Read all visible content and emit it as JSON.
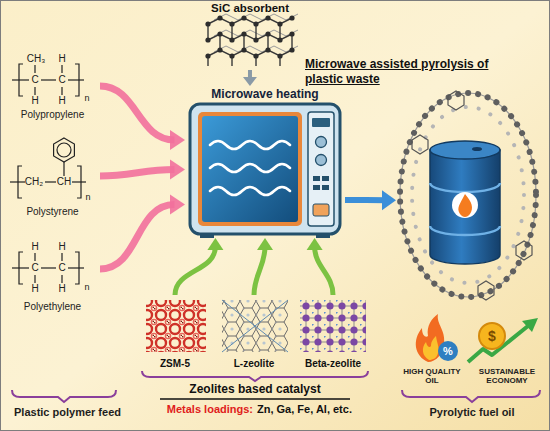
{
  "diagram": {
    "title": "Microwave assisted pyrolysis of plastic waste",
    "nodes": [
      {
        "text": [
          "Plastic polymer feed"
        ]
      },
      {
        "text": [
          "Polypropylene"
        ],
        "in": 0
      },
      {
        "text": [
          "Polystyrene"
        ],
        "in": 0
      },
      {
        "text": [
          "Polyethylene"
        ],
        "in": 0
      },
      {
        "text": [
          "SiC absorbent"
        ]
      },
      {
        "text": [
          "Microwave heating"
        ]
      },
      {
        "text": [
          "Zeolites based catalyst",
          "Metals loadings:",
          "Zn, Ga, Fe, Al, etc."
        ]
      },
      {
        "text": [
          "ZSM-5"
        ],
        "in": 6
      },
      {
        "text": [
          "L-zeolite"
        ],
        "in": 6
      },
      {
        "text": [
          "Beta-zeolite"
        ],
        "in": 6
      },
      {
        "text": [
          "Pyrolytic fuel oil"
        ]
      },
      {
        "text": [
          "HIGH QUALITY OIL"
        ],
        "in": 10
      },
      {
        "text": [
          "SUSTAINABLE ECONOMY"
        ],
        "in": 10
      }
    ],
    "edges": [
      {
        "from": 1,
        "to": 5,
        "arrow": "to"
      },
      {
        "from": 2,
        "to": 5,
        "arrow": "to"
      },
      {
        "from": 3,
        "to": 5,
        "arrow": "to"
      },
      {
        "from": 4,
        "to": 5,
        "arrow": "to"
      },
      {
        "from": 7,
        "to": 5,
        "arrow": "to"
      },
      {
        "from": 8,
        "to": 5,
        "arrow": "to"
      },
      {
        "from": 9,
        "to": 5,
        "arrow": "to"
      },
      {
        "from": 5,
        "to": 10,
        "arrow": "to"
      }
    ],
    "labels": [
      "CH₃",
      "H",
      "C",
      "C",
      "H",
      "H",
      "n",
      "CH₂",
      "CH",
      "n",
      "H",
      "H",
      "C",
      "C",
      "H",
      "H",
      "n",
      "%",
      "$"
    ]
  }
}
